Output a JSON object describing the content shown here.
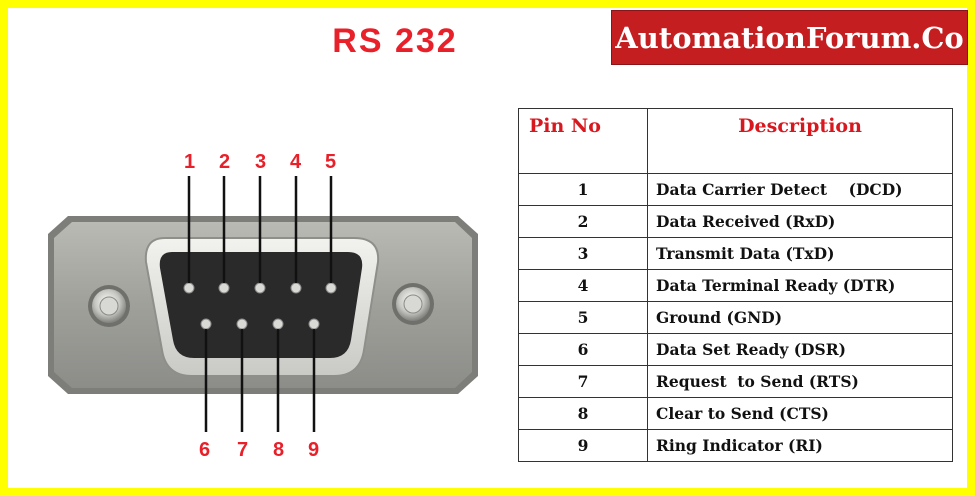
{
  "title": "RS 232",
  "brand": "AutomationForum.Co",
  "colors": {
    "border": "#ffff00",
    "accent": "#e8202a",
    "brand_bg": "#c41e20"
  },
  "connector": {
    "top_pins": [
      "1",
      "2",
      "3",
      "4",
      "5"
    ],
    "bottom_pins": [
      "6",
      "7",
      "8",
      "9"
    ]
  },
  "table": {
    "headers": {
      "pin": "Pin No",
      "description": "Description"
    },
    "rows": [
      {
        "pin": "1",
        "description": "Data Carrier Detect    (DCD)"
      },
      {
        "pin": "2",
        "description": "Data Received (RxD)"
      },
      {
        "pin": "3",
        "description": "Transmit Data (TxD)"
      },
      {
        "pin": "4",
        "description": "Data Terminal Ready (DTR)"
      },
      {
        "pin": "5",
        "description": "Ground (GND)"
      },
      {
        "pin": "6",
        "description": "Data Set Ready (DSR)"
      },
      {
        "pin": "7",
        "description": "Request  to Send (RTS)"
      },
      {
        "pin": "8",
        "description": "Clear to Send (CTS)"
      },
      {
        "pin": "9",
        "description": "Ring Indicator (RI)"
      }
    ]
  }
}
